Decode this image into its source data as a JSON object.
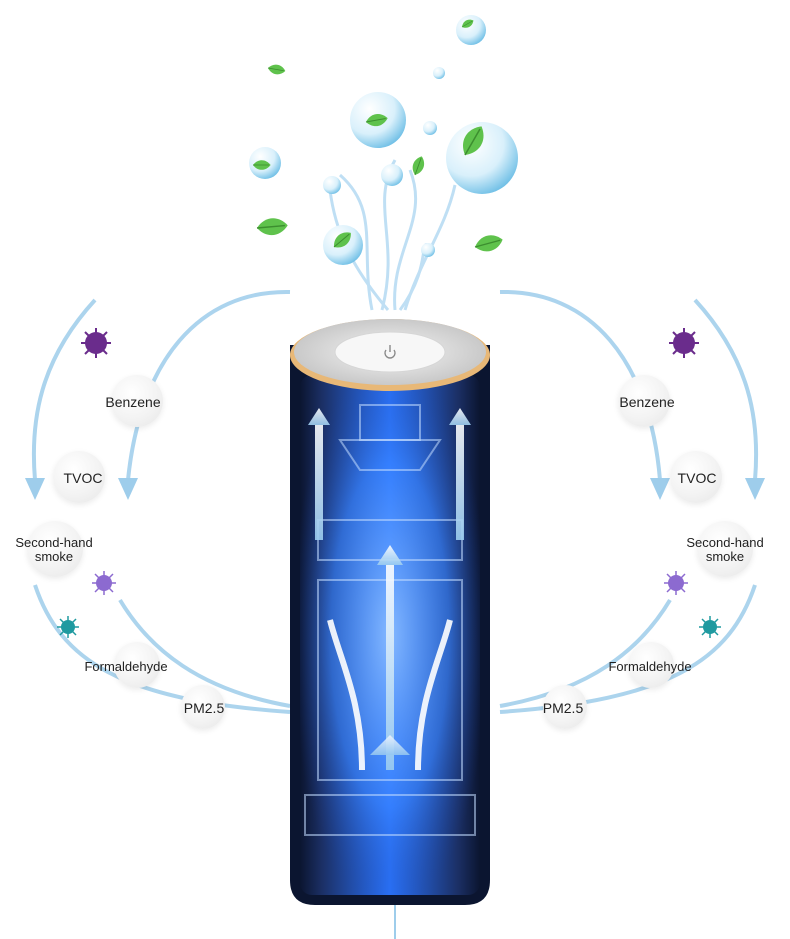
{
  "labels": {
    "left": {
      "benzene": "Benzene",
      "tvoc": "TVOC",
      "smoke": "Second-hand\nsmoke",
      "formaldehyde": "Formaldehyde",
      "pm25": "PM2.5"
    },
    "right": {
      "benzene": "Benzene",
      "tvoc": "TVOC",
      "smoke": "Second-hand\nsmoke",
      "formaldehyde": "Formaldehyde",
      "pm25": "PM2.5"
    }
  },
  "icons": [
    "virus-icon",
    "power-icon",
    "leaf-icon",
    "water-bubble-icon",
    "airflow-arrow-icon"
  ],
  "colors": {
    "body": "#0d1a3a",
    "glow": "#2f7dff",
    "ring": "#e8b877",
    "arrow": "#8cc3ea",
    "leaf": "#59c04a",
    "virus_purple": "#6a2c8c",
    "virus_teal": "#1f9aa0"
  }
}
